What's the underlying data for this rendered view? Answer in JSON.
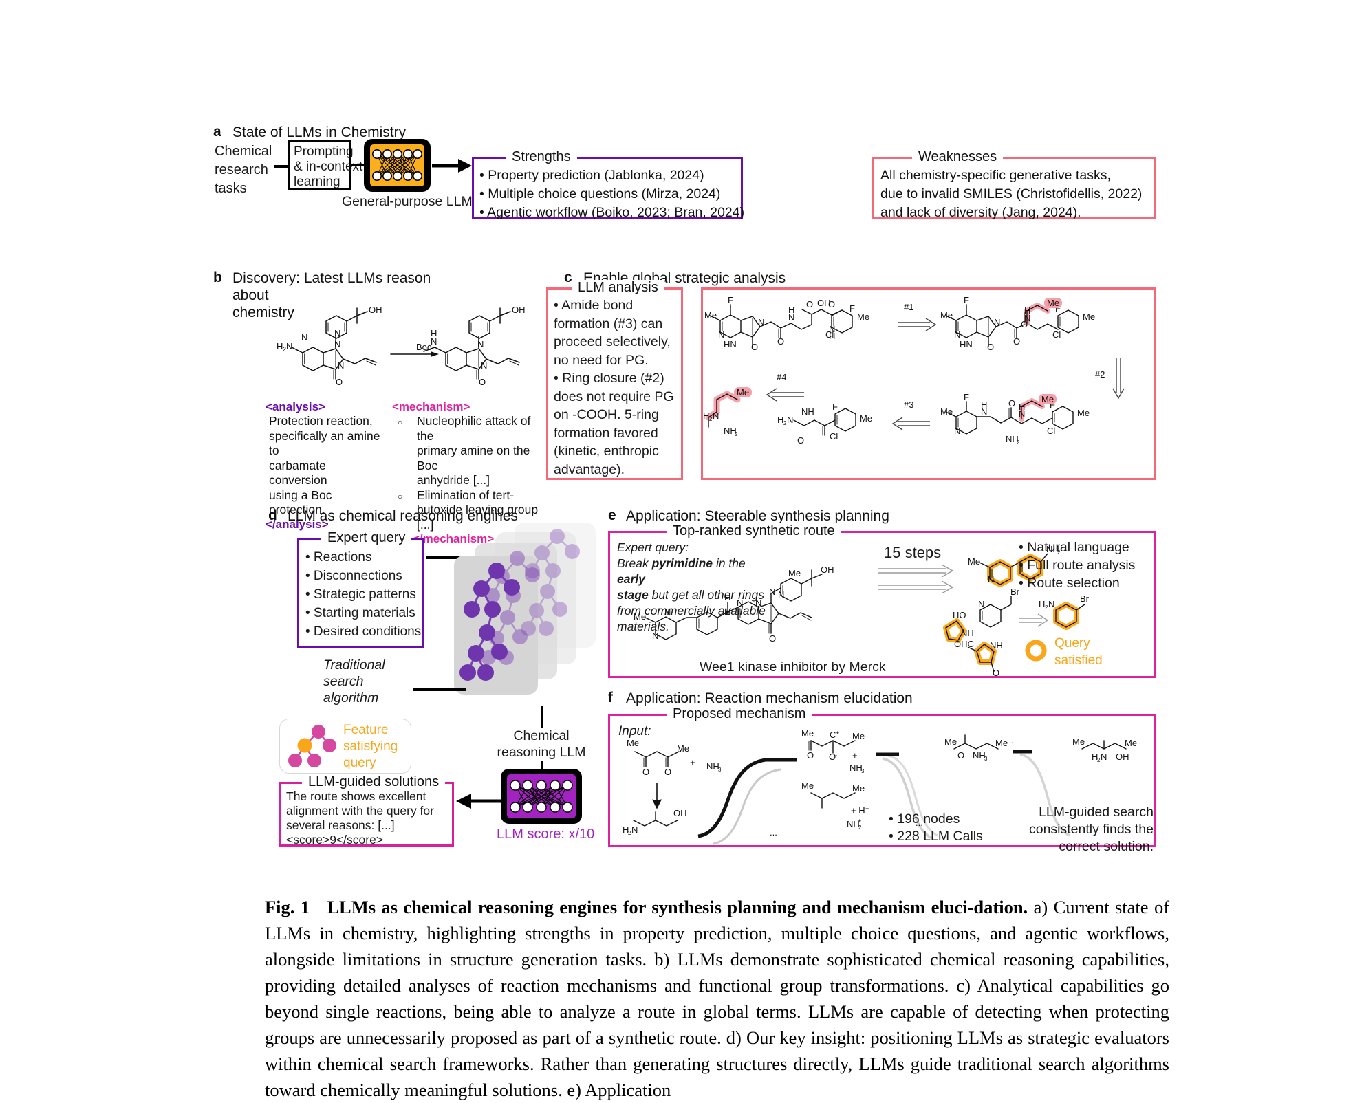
{
  "panels": {
    "a": {
      "letter": "a",
      "title": "State of LLMs in Chemistry",
      "input_label": "Chemical\nresearch\ntasks",
      "input_lines": [
        "Chemical",
        "research",
        "tasks"
      ],
      "box_lines": [
        "Prompting",
        "& in-context",
        "learning"
      ],
      "llm_caption": "General-purpose LLMs",
      "strengths": {
        "title": "Strengths",
        "items": [
          "• Property prediction (Jablonka, 2024)",
          "• Multiple choice questions (Mirza, 2024)",
          "• Agentic workflow (Boiko, 2023; Bran, 2024)"
        ]
      },
      "weaknesses": {
        "title": "Weaknesses",
        "items": [
          "All chemistry-specific generative tasks,",
          "due to invalid SMILES (Christofidellis, 2022)",
          "and lack of diversity (Jang, 2024)."
        ]
      }
    },
    "b": {
      "letter": "b",
      "title_lines": [
        "Discovery: Latest LLMs reason about",
        "chemistry"
      ],
      "analysis_open": "<analysis>",
      "analysis_close": "</analysis>",
      "analysis_lines": [
        "Protection reaction,",
        "specifically an amine to",
        "carbamate conversion",
        "using a Boc protection."
      ],
      "mechanism_open": "<mechanism>",
      "mechanism_close": "</mechanism>",
      "mechanism_items": [
        [
          "Nucleophilic attack of the",
          "primary amine on the Boc",
          "anhydride [...]"
        ],
        [
          "Elimination of tert-",
          "butoxide leaving group [...]"
        ]
      ],
      "reagent_labels": [
        "H2N",
        "OH",
        "N",
        "Boc",
        "H",
        "O"
      ]
    },
    "c": {
      "letter": "c",
      "title": "Enable global strategic analysis",
      "analysis": {
        "title": "LLM analysis",
        "lines": [
          "• Amide bond",
          "formation (#3) can",
          "proceed selectively,",
          "no need for PG.",
          "• Ring closure (#2)",
          "does not require PG",
          "on -COOH. 5-ring",
          "formation favored",
          "(kinetic, enthropic",
          "advantage)."
        ]
      },
      "step_labels": [
        "#1",
        "#2",
        "#3",
        "#4"
      ]
    },
    "d": {
      "letter": "d",
      "title": "LLM as chemical reasoning engines",
      "expert_query": {
        "title": "Expert query",
        "items": [
          "• Reactions",
          "• Disconnections",
          "• Strategic patterns",
          "• Starting materials",
          "• Desired conditions"
        ]
      },
      "search_label_lines": [
        "Traditional",
        "search",
        "algorithm"
      ],
      "legend_lines": [
        "Feature",
        "satisfying",
        "query"
      ],
      "llm_label_lines": [
        "Chemical",
        "reasoning LLM"
      ],
      "llm_score": "LLM score: x/10",
      "solutions": {
        "title": "LLM-guided solutions",
        "lines": [
          "The route shows excellent",
          "alignment with the query for",
          "several reasons: [...]",
          "<score>9</score>"
        ]
      }
    },
    "e": {
      "letter": "e",
      "title": "Application: Steerable synthesis planning",
      "box_title": "Top-ranked synthetic route",
      "query_label": "Expert query:",
      "query_rich": [
        {
          "t": "Break ",
          "b": false
        },
        {
          "t": "pyrimidine",
          "b": true
        },
        {
          "t": " in the ",
          "b": false
        },
        {
          "t": "early",
          "b": true
        }
      ],
      "query_lines": [
        "Break |pyrimidine| in the |early|",
        "|stage| but get all other rings",
        "from commercially available",
        "materials."
      ],
      "steps_label": "15 steps",
      "molecule_caption": "Wee1 kinase inhibitor by Merck",
      "bullets": [
        "• Natural language",
        "• Full route analysis",
        "• Route selection"
      ],
      "query_satisfied_lines": [
        "Query",
        "satisfied"
      ]
    },
    "f": {
      "letter": "f",
      "title": "Application: Reaction mechanism elucidation",
      "box_title": "Proposed mechanism",
      "input_label": "Input:",
      "stats": [
        "• 196  nodes",
        "• 228 LLM Calls"
      ],
      "note_lines": [
        "LLM-guided search",
        "consistently finds the",
        "correct solution."
      ],
      "ellipsis": "..."
    }
  },
  "caption": {
    "figno": "Fig. 1",
    "bold_title": "LLMs as chemical reasoning engines for synthesis planning and mechanism eluci-dation.",
    "body": "a) Current state of LLMs in chemistry, highlighting strengths in property prediction, multiple choice questions, and agentic workflows, alongside limitations in structure generation tasks. b) LLMs demonstrate sophisticated chemical reasoning capabilities, providing detailed analyses of reaction mechanisms and functional group transformations. c) Analytical capabilities go beyond single reactions, being able to analyze a route in global terms. LLMs are capable of detecting when protecting groups are unnecessarily proposed as part of a synthetic route. d) Our key insight: positioning LLMs as strategic evaluators within chemical search frameworks. Rather than generating structures directly, LLMs guide traditional search algorithms toward chemically meaningful solutions. e) Application"
  },
  "colors": {
    "purple": "#6a0dad",
    "red": "#f4697a",
    "pink": "#e0219e",
    "orange": "#f5a623",
    "amber": "#FAA61A",
    "node_purple": "#7b3fb5",
    "node_pink": "#d6479f",
    "highlight_red": "#f5a0a8",
    "highlight_orange": "#FBA91E",
    "llm_purple": "#a223c0",
    "llm_yellow": "#FBAF1C"
  }
}
